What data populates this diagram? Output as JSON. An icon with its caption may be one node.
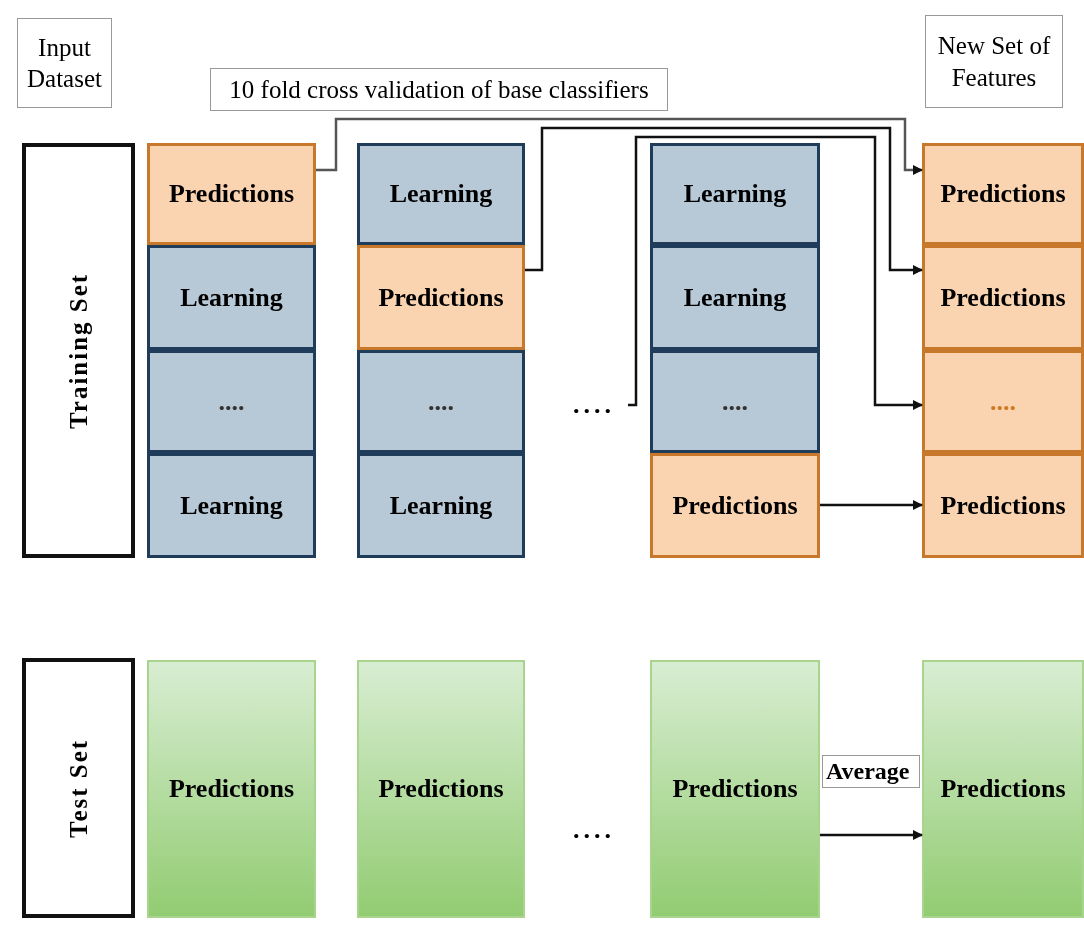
{
  "diagram": {
    "nodes": [
      {
        "text": [
          "Input Dataset"
        ]
      },
      {
        "text": [
          "10 fold cross validation of base classifiers"
        ]
      },
      {
        "text": [
          "New Set of Features"
        ]
      },
      {
        "text": [
          "Training Set"
        ]
      },
      {
        "text": [
          "Predictions"
        ]
      },
      {
        "text": [
          "Learning"
        ]
      },
      {
        "text": [
          "Learning"
        ]
      },
      {
        "text": [
          "Predictions"
        ]
      },
      {
        "text": [
          "Learning"
        ]
      },
      {
        "text": [
          "Predictions"
        ]
      },
      {
        "text": [
          "Learning"
        ]
      },
      {
        "text": [
          "Predictions"
        ]
      },
      {
        "text": [
          "...."
        ]
      },
      {
        "text": [
          "...."
        ]
      },
      {
        "text": [
          "...."
        ]
      },
      {
        "text": [
          "...."
        ]
      },
      {
        "text": [
          "...."
        ]
      },
      {
        "text": [
          "Learning"
        ]
      },
      {
        "text": [
          "Learning"
        ]
      },
      {
        "text": [
          "Predictions"
        ]
      },
      {
        "text": [
          "Predictions"
        ]
      },
      {
        "text": [
          "Test Set"
        ]
      },
      {
        "text": [
          "Predictions"
        ]
      },
      {
        "text": [
          "Predictions"
        ]
      },
      {
        "text": [
          "...."
        ]
      },
      {
        "text": [
          "Predictions"
        ]
      },
      {
        "text": [
          "Predictions"
        ]
      }
    ],
    "edges": [
      {
        "from": 4,
        "to": 7,
        "arrow": "to"
      },
      {
        "from": 9,
        "to": 11,
        "arrow": "to"
      },
      {
        "from": 14,
        "to": 16,
        "arrow": "to"
      },
      {
        "from": 19,
        "to": 20,
        "arrow": "to"
      },
      {
        "from": 25,
        "to": 26,
        "arrow": "to",
        "label": "Average"
      }
    ]
  }
}
